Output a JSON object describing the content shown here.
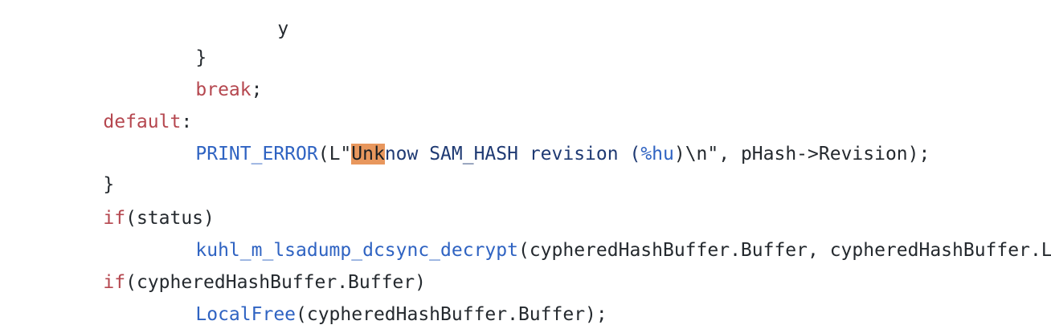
{
  "code": {
    "top_fragment": "y",
    "lines": {
      "l1": {
        "brace": "}"
      },
      "l2": {
        "kw": "break",
        "semi": ";"
      },
      "l3": {
        "kw": "default",
        "colon": ":"
      },
      "l4": {
        "fn": "PRINT_ERROR",
        "open": "(L\"",
        "match": "Unk",
        "str_rest": "now SAM_HASH revision (",
        "fmt": "%hu",
        "str_close": ")\\n\"",
        "args": ", pHash->Revision);"
      },
      "l5": {
        "brace": "}"
      },
      "l6": {
        "kw": "if",
        "cond": "(status)"
      },
      "l7": {
        "fn": "kuhl_m_lsadump_dcsync_decrypt",
        "args": "(cypheredHashBuffer.Buffer, cypheredHashBuffer.Le"
      },
      "l8": {
        "kw": "if",
        "cond": "(cypheredHashBuffer.Buffer)"
      },
      "l9": {
        "fn": "LocalFree",
        "args": "(cypheredHashBuffer.Buffer);"
      }
    },
    "colors": {
      "keyword": "#b5474f",
      "function": "#2f63c2",
      "string": "#1f3a73",
      "search_highlight": "#e8975d",
      "text": "#24292e",
      "background": "#ffffff"
    }
  }
}
